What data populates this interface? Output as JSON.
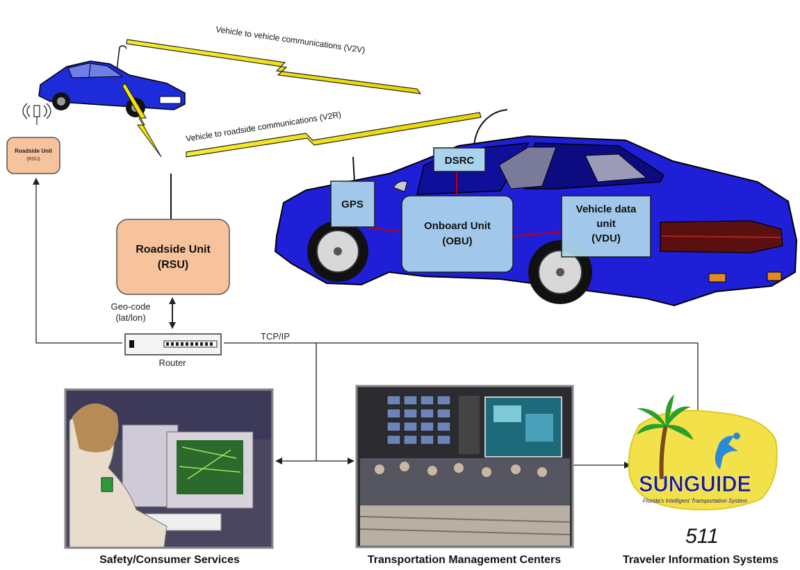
{
  "links": {
    "v2v": "Vehicle to vehicle communications (V2V)",
    "v2r": "Vehicle to roadside communications (V2R)"
  },
  "rsu_small": {
    "line1": "Roadside Unit",
    "line2": "(RSU)"
  },
  "rsu_main": {
    "line1": "Roadside Unit",
    "line2": "(RSU)"
  },
  "geo": {
    "line1": "Geo-code",
    "line2": "(lat/lon)"
  },
  "router_label": "Router",
  "tcpip_label": "TCP/IP",
  "car_units": {
    "dsrc": "DSRC",
    "gps": "GPS",
    "obu_line1": "Onboard Unit",
    "obu_line2": "(OBU)",
    "vdu_line1": "Vehicle data",
    "vdu_line2": "unit",
    "vdu_line3": "(VDU)"
  },
  "panels": {
    "safety": "Safety/Consumer Services",
    "tmc": "Transportation Management Centers",
    "traveler": "Traveler Information Systems"
  },
  "sunguide": {
    "logo_word": "SUNGUIDE",
    "logo_tagline": "Florida's Intelligent Transportation System",
    "number": "511"
  },
  "colors": {
    "rsu_fill": "#f7c39c",
    "car_blue": "#1f1fd8",
    "unit_box": "#a9d2ec",
    "lightning": "#f2e500",
    "sun_yellow": "#f3e14a"
  }
}
